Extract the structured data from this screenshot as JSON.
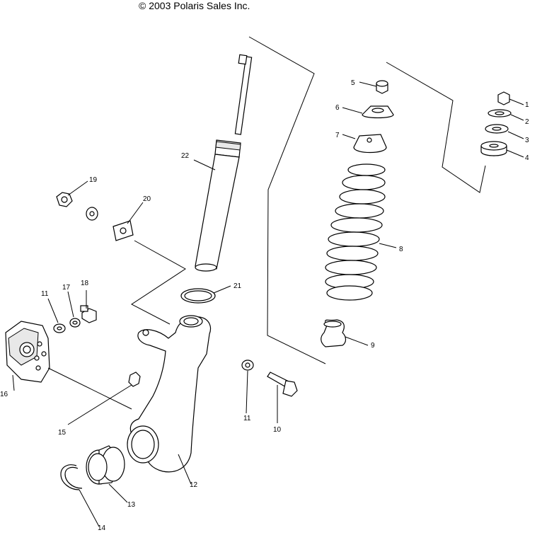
{
  "copyright": "© 2003 Polaris Sales Inc.",
  "callouts": {
    "c1": "1",
    "c2": "2",
    "c3": "3",
    "c4": "4",
    "c5": "5",
    "c6": "6",
    "c7": "7",
    "c8": "8",
    "c9": "9",
    "c10": "10",
    "c11a": "11",
    "c11b": "11",
    "c12": "12",
    "c13": "13",
    "c14": "14",
    "c15": "15",
    "c16": "16",
    "c17": "17",
    "c18": "18",
    "c19": "19",
    "c20": "20",
    "c21": "21",
    "c22": "22"
  }
}
